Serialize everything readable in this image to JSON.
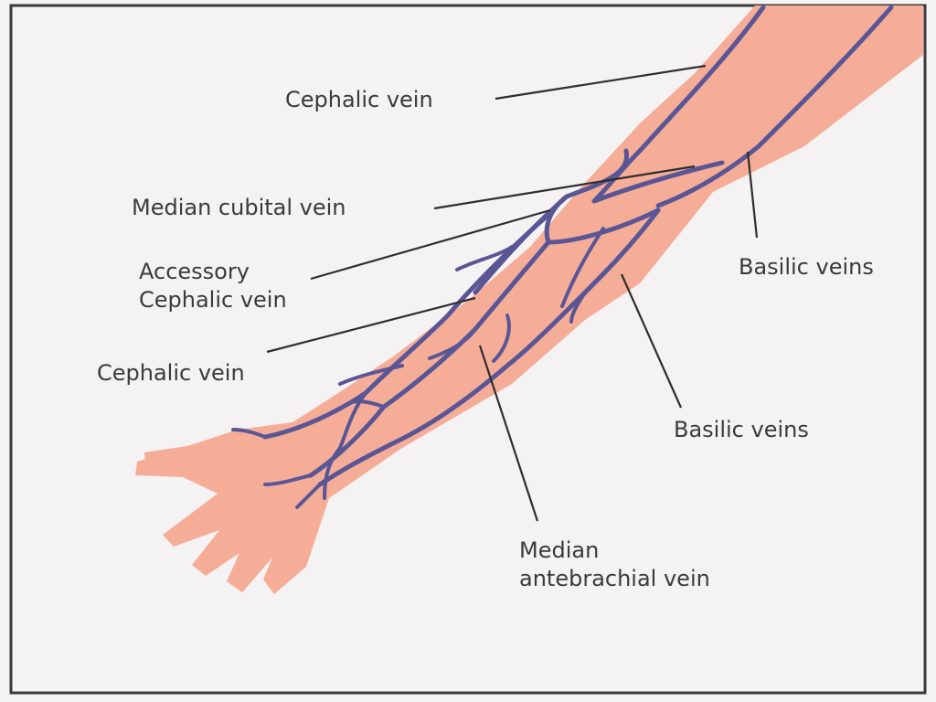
{
  "labels": {
    "cephalic_upper": "Cephalic vein",
    "median_cubital": "Median cubital vein",
    "accessory_cephalic_line1": "Accessory",
    "accessory_cephalic_line2": "Cephalic vein",
    "cephalic_lower": "Cephalic vein",
    "basilic_upper": "Basilic veins",
    "basilic_lower": "Basilic veins",
    "median_antebrachial_line1": "Median",
    "median_antebrachial_line2": "antebrachial vein"
  },
  "colors": {
    "background": "#f4f2f3",
    "skin": "#f6ad98",
    "vein": "#5a5696",
    "leader_line": "#2e2e2e",
    "label_text": "#3b3b3b"
  }
}
